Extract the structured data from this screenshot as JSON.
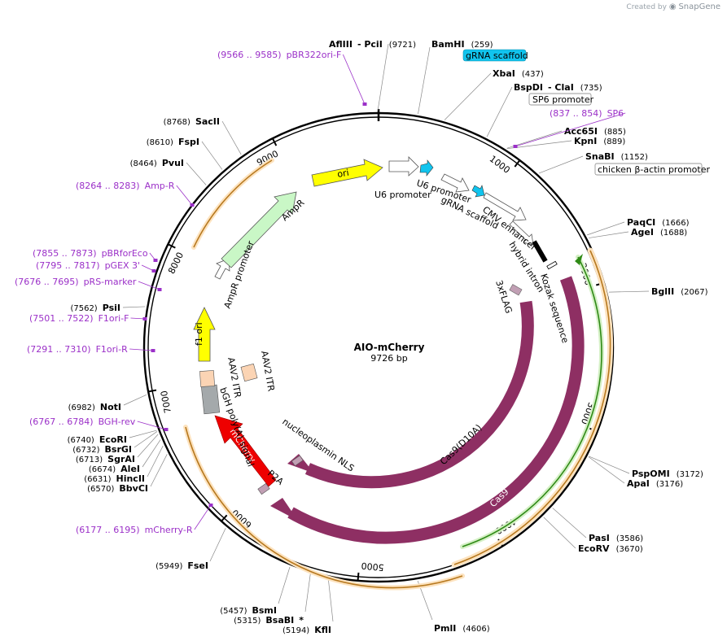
{
  "watermark": {
    "created_by": "Created by",
    "brand": "SnapGene"
  },
  "plasmid": {
    "name": "AIO-mCherry",
    "length": "9726 bp"
  },
  "ruler_ticks": [
    "1000",
    "2000",
    "3000",
    "4000",
    "5000",
    "6000",
    "7000",
    "8000",
    "9000"
  ],
  "sites": [
    {
      "name": "AflIII",
      "suffix": "- PciI",
      "pos": "(9721)"
    },
    {
      "name": "BamHI",
      "suffix": "",
      "pos": "(259)"
    },
    {
      "name": "XbaI",
      "suffix": "",
      "pos": "(437)"
    },
    {
      "name": "BspDI",
      "suffix": "- ClaI",
      "pos": "(735)"
    },
    {
      "name": "Acc65I",
      "suffix": "",
      "pos": "(885)"
    },
    {
      "name": "KpnI",
      "suffix": "",
      "pos": "(889)"
    },
    {
      "name": "SnaBI",
      "suffix": "",
      "pos": "(1152)"
    },
    {
      "name": "PaqCI",
      "suffix": "",
      "pos": "(1666)"
    },
    {
      "name": "AgeI",
      "suffix": "",
      "pos": "(1688)"
    },
    {
      "name": "BglII",
      "suffix": "",
      "pos": "(2067)"
    },
    {
      "name": "PspOMI",
      "suffix": "",
      "pos": "(3172)"
    },
    {
      "name": "ApaI",
      "suffix": "",
      "pos": "(3176)"
    },
    {
      "name": "PasI",
      "suffix": "",
      "pos": "(3586)"
    },
    {
      "name": "EcoRV",
      "suffix": "",
      "pos": "(3670)"
    },
    {
      "name": "PmlI",
      "suffix": "",
      "pos": "(4606)"
    },
    {
      "name": "KflI",
      "suffix": "",
      "pos": "(5194)"
    },
    {
      "name": "BsaBI",
      "suffix": "*",
      "pos": "(5315)"
    },
    {
      "name": "BsmI",
      "suffix": "",
      "pos": "(5457)"
    },
    {
      "name": "FseI",
      "suffix": "",
      "pos": "(5949)"
    },
    {
      "name": "BbvCI",
      "suffix": "",
      "pos": "(6570)"
    },
    {
      "name": "HincII",
      "suffix": "",
      "pos": "(6631)"
    },
    {
      "name": "AleI",
      "suffix": "",
      "pos": "(6674)"
    },
    {
      "name": "SgrAI",
      "suffix": "",
      "pos": "(6713)"
    },
    {
      "name": "BsrGI",
      "suffix": "",
      "pos": "(6732)"
    },
    {
      "name": "EcoRI",
      "suffix": "",
      "pos": "(6740)"
    },
    {
      "name": "NotI",
      "suffix": "",
      "pos": "(6982)"
    },
    {
      "name": "PsiI",
      "suffix": "",
      "pos": "(7562)"
    },
    {
      "name": "PvuI",
      "suffix": "",
      "pos": "(8464)"
    },
    {
      "name": "FspI",
      "suffix": "",
      "pos": "(8610)"
    },
    {
      "name": "SacII",
      "suffix": "",
      "pos": "(8768)"
    }
  ],
  "primers": [
    {
      "range": "(9566 .. 9585)",
      "name": "pBR322ori-F"
    },
    {
      "range": "(837 .. 854)",
      "name": "SP6"
    },
    {
      "range": "(8264 .. 8283)",
      "name": "Amp-R"
    },
    {
      "range": "(7855 .. 7873)",
      "name": "pBRforEco"
    },
    {
      "range": "(7795 .. 7817)",
      "name": "pGEX 3'"
    },
    {
      "range": "(7676 .. 7695)",
      "name": "pRS-marker"
    },
    {
      "range": "(7501 .. 7522)",
      "name": "F1ori-F"
    },
    {
      "range": "(7291 .. 7310)",
      "name": "F1ori-R"
    },
    {
      "range": "(6767 .. 6784)",
      "name": "BGH-rev"
    },
    {
      "range": "(6177 .. 6195)",
      "name": "mCherry-R"
    }
  ],
  "boxed_labels": {
    "grna_scaffold": "gRNA scaffold",
    "sp6_promoter": "SP6 promoter",
    "chicken_actin": "chicken β-actin promoter"
  },
  "features": {
    "ori": "ori",
    "u6_promoter_a": "U6 promoter",
    "u6_promoter_b": "U6 promoter",
    "grna_scaffold": "gRNA scaffold",
    "cmv_enhancer": "CMV enhancer",
    "hybrid_intron": "hybrid intron",
    "kozak": "Kozak sequence",
    "flag": "3xFLAG",
    "cas9_d10a": "Cas9(D10A)",
    "cas9": "Cas9",
    "nucleoplasmin_nls": "nucleoplasmin NLS",
    "p2a": "P2A",
    "mcherry": "mCherry",
    "bgh_polya": "bGH poly(A) signal",
    "aav2_itr_a": "AAV2 ITR",
    "aav2_itr_b": "AAV2 ITR",
    "f1_ori": "f1 ori",
    "ampr_promoter": "AmpR promoter",
    "ampr": "AmpR"
  },
  "colors": {
    "backbone": "#000000",
    "cas9": "#8e2f63",
    "mcherry": "#ee0000",
    "ori": "#ffff00",
    "f1ori": "#ffff00",
    "ampr": "#c9f7c6",
    "itr": "#fbd4b4",
    "bgh": "#a4a9ab",
    "u6": "#ffffff",
    "scaffold": "#11c4ee",
    "primer": "#9b30c8",
    "orf_orange": "#f5a623",
    "orf_green": "#3a9d1f"
  }
}
